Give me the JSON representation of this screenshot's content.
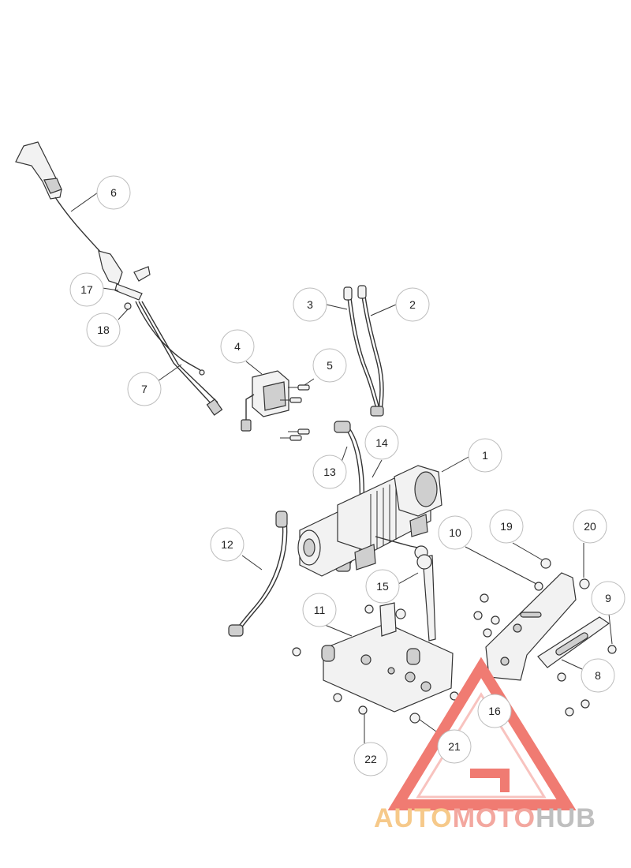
{
  "diagram": {
    "callouts": [
      {
        "id": "6",
        "label": "6"
      },
      {
        "id": "17",
        "label": "17"
      },
      {
        "id": "18",
        "label": "18"
      },
      {
        "id": "7",
        "label": "7"
      },
      {
        "id": "3",
        "label": "3"
      },
      {
        "id": "2",
        "label": "2"
      },
      {
        "id": "4",
        "label": "4"
      },
      {
        "id": "5",
        "label": "5"
      },
      {
        "id": "14",
        "label": "14"
      },
      {
        "id": "13",
        "label": "13"
      },
      {
        "id": "1",
        "label": "1"
      },
      {
        "id": "12",
        "label": "12"
      },
      {
        "id": "10",
        "label": "10"
      },
      {
        "id": "19",
        "label": "19"
      },
      {
        "id": "20",
        "label": "20"
      },
      {
        "id": "15",
        "label": "15"
      },
      {
        "id": "11",
        "label": "11"
      },
      {
        "id": "9",
        "label": "9"
      },
      {
        "id": "8",
        "label": "8"
      },
      {
        "id": "16",
        "label": "16"
      },
      {
        "id": "21",
        "label": "21"
      },
      {
        "id": "22",
        "label": "22"
      }
    ]
  },
  "watermark": {
    "part1": "AUTO",
    "part2": "MOTO",
    "part3": "HUB",
    "color_auto": "#f6c98a",
    "color_moto": "#f3a79f",
    "color_hub": "#bfbfbf",
    "triangle_color": "#f07b72"
  },
  "colors": {
    "line": "#333333",
    "bubble_stroke": "#bdbdbd",
    "background": "#ffffff"
  }
}
